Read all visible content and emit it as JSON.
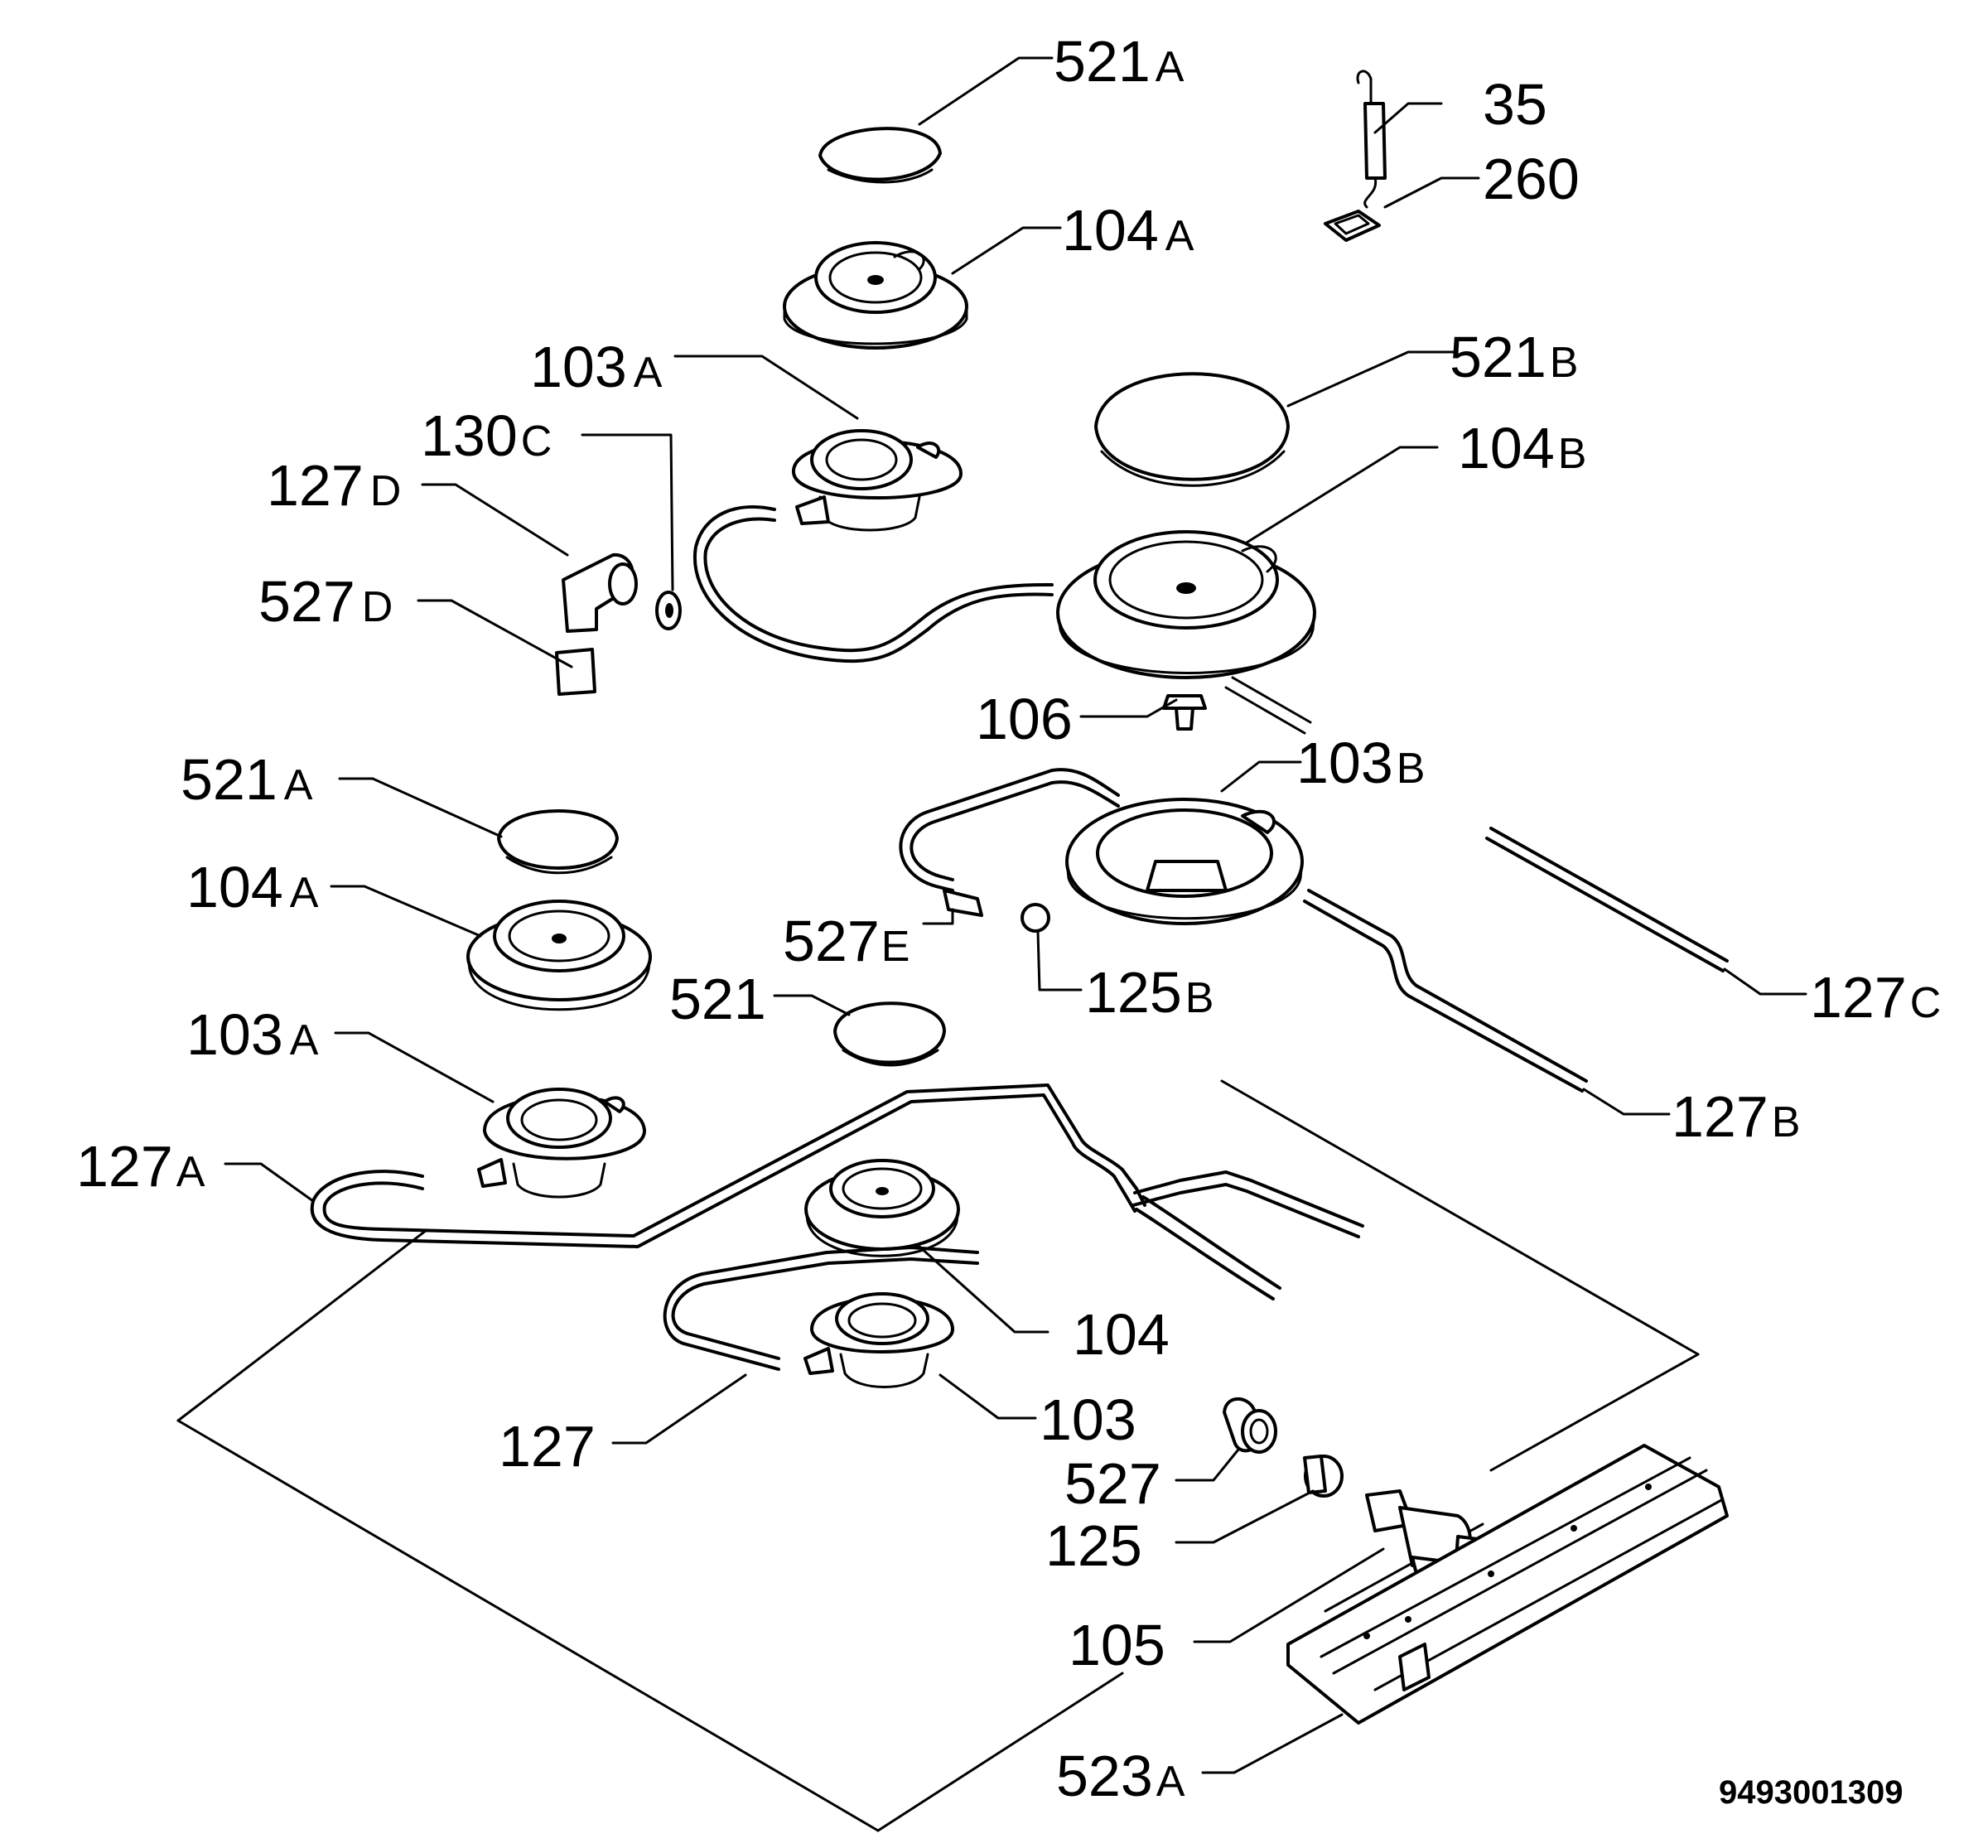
{
  "drawing_number": "9493001309",
  "labels": {
    "l521A_top": {
      "num": "521",
      "suf": "A"
    },
    "l35": {
      "num": "35",
      "suf": ""
    },
    "l260": {
      "num": "260",
      "suf": ""
    },
    "l104A_top": {
      "num": "104",
      "suf": "A"
    },
    "l103A_top": {
      "num": "103",
      "suf": "A"
    },
    "l521B": {
      "num": "521",
      "suf": "B"
    },
    "l130C": {
      "num": "130",
      "suf": "C"
    },
    "l104B": {
      "num": "104",
      "suf": "B"
    },
    "l127D": {
      "num": "127",
      "suf": "D"
    },
    "l527D": {
      "num": "527",
      "suf": "D"
    },
    "l106": {
      "num": "106",
      "suf": ""
    },
    "l103B": {
      "num": "103",
      "suf": "B"
    },
    "l521A_mid": {
      "num": "521",
      "suf": "A"
    },
    "l104A_mid": {
      "num": "104",
      "suf": "A"
    },
    "l527E": {
      "num": "527",
      "suf": "E"
    },
    "l125B": {
      "num": "125",
      "suf": "B"
    },
    "l127C": {
      "num": "127",
      "suf": "C"
    },
    "l521": {
      "num": "521",
      "suf": ""
    },
    "l103A_mid": {
      "num": "103",
      "suf": "A"
    },
    "l127B": {
      "num": "127",
      "suf": "B"
    },
    "l127A": {
      "num": "127",
      "suf": "A"
    },
    "l104": {
      "num": "104",
      "suf": ""
    },
    "l103": {
      "num": "103",
      "suf": ""
    },
    "l127": {
      "num": "127",
      "suf": ""
    },
    "l527": {
      "num": "527",
      "suf": ""
    },
    "l125": {
      "num": "125",
      "suf": ""
    },
    "l105": {
      "num": "105",
      "suf": ""
    },
    "l523A": {
      "num": "523",
      "suf": "A"
    }
  }
}
